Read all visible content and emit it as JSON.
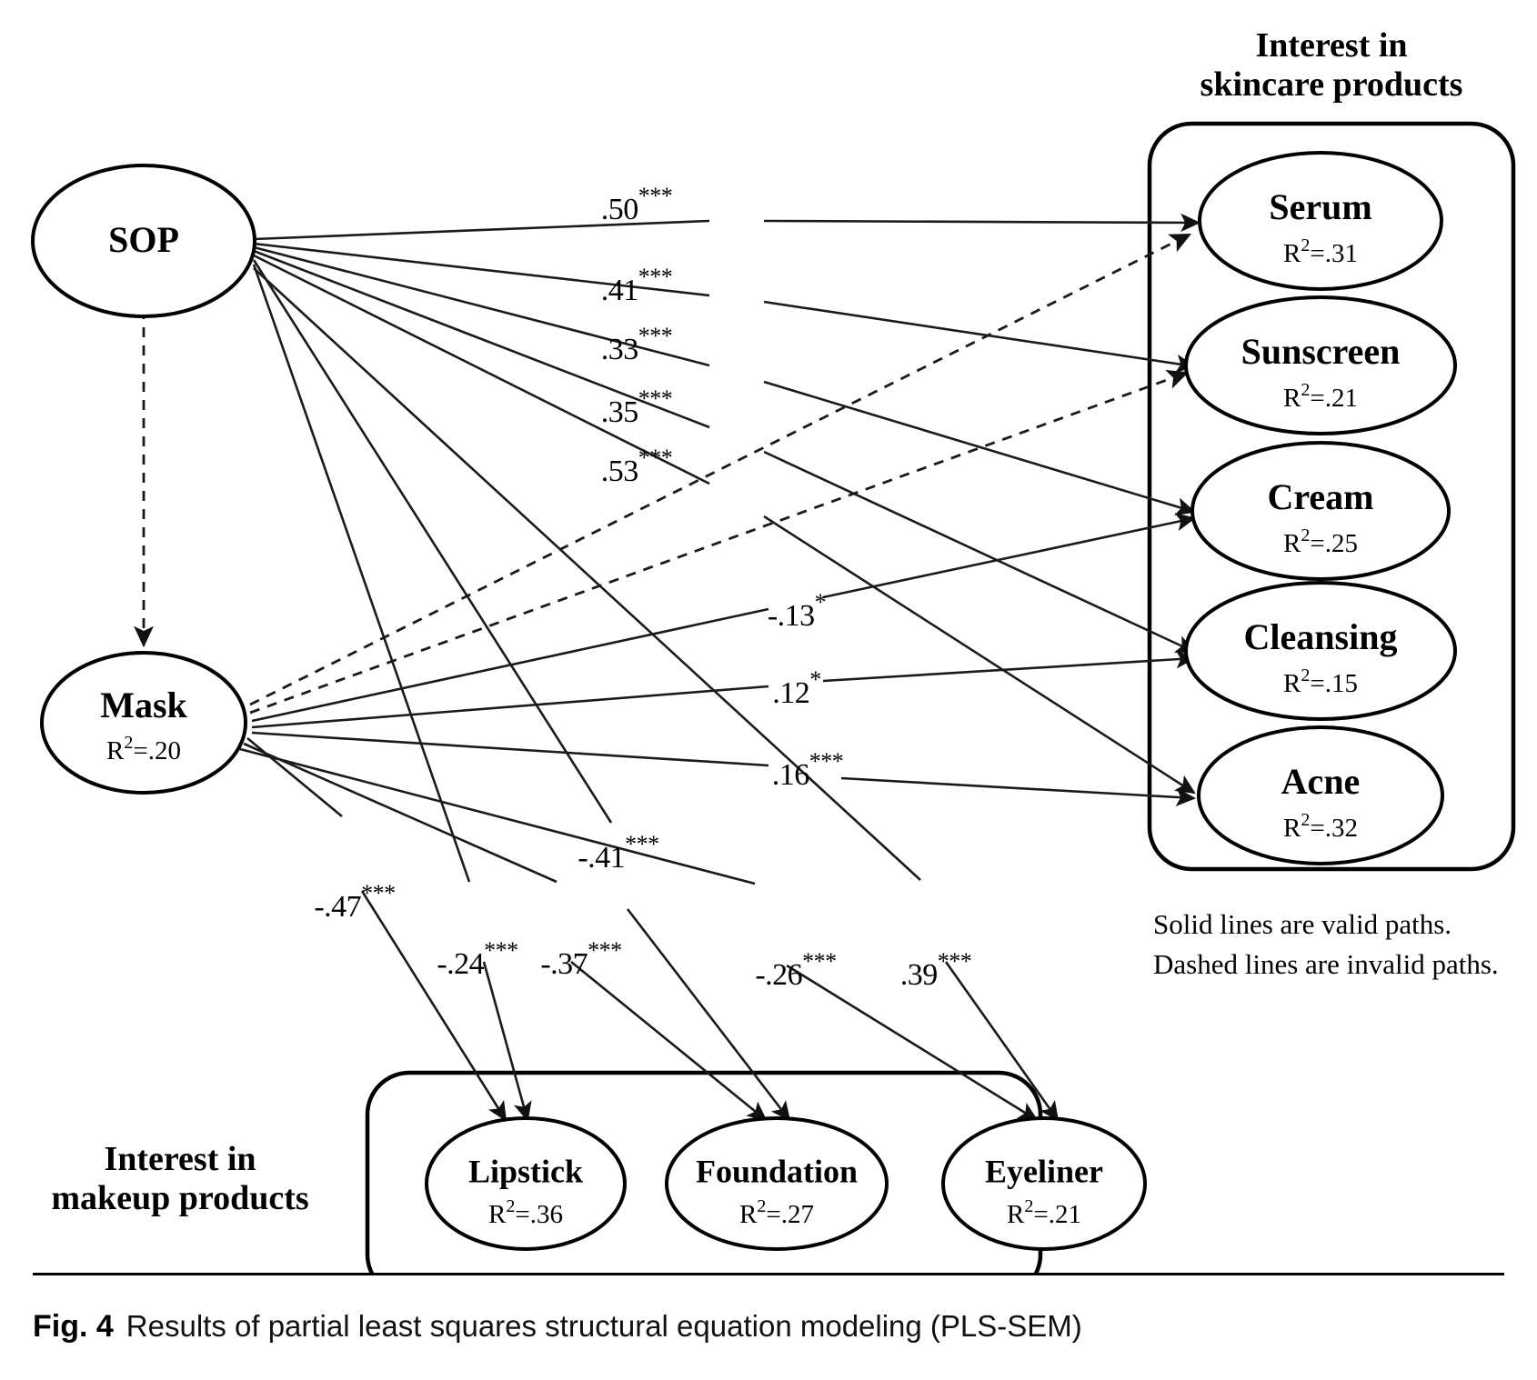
{
  "figure": {
    "number": "Fig. 4",
    "caption": "Results of partial least squares structural equation modeling (PLS-SEM)"
  },
  "legend": {
    "line1": "Solid lines are valid paths.",
    "line2": "Dashed lines are invalid paths."
  },
  "groups": {
    "skincare": {
      "title_line1": "Interest in",
      "title_line2": "skincare products"
    },
    "makeup": {
      "title_line1": "Interest in",
      "title_line2": "makeup products"
    }
  },
  "nodes": {
    "sop": {
      "label": "SOP",
      "r2": ""
    },
    "mask": {
      "label": "Mask",
      "r2_prefix": "R",
      "r2_sup": "2",
      "r2_value": "=.20"
    },
    "serum": {
      "label": "Serum",
      "r2_prefix": "R",
      "r2_sup": "2",
      "r2_value": "=.31"
    },
    "sunscreen": {
      "label": "Sunscreen",
      "r2_prefix": "R",
      "r2_sup": "2",
      "r2_value": "=.21"
    },
    "cream": {
      "label": "Cream",
      "r2_prefix": "R",
      "r2_sup": "2",
      "r2_value": "=.25"
    },
    "cleansing": {
      "label": "Cleansing",
      "r2_prefix": "R",
      "r2_sup": "2",
      "r2_value": "=.15"
    },
    "acne": {
      "label": "Acne",
      "r2_prefix": "R",
      "r2_sup": "2",
      "r2_value": "=.32"
    },
    "lipstick": {
      "label": "Lipstick",
      "r2_prefix": "R",
      "r2_sup": "2",
      "r2_value": "=.36"
    },
    "foundation": {
      "label": "Foundation",
      "r2_prefix": "R",
      "r2_sup": "2",
      "r2_value": "=.27"
    },
    "eyeliner": {
      "label": "Eyeliner",
      "r2_prefix": "R",
      "r2_sup": "2",
      "r2_value": "=.21"
    }
  },
  "coefficients": {
    "sop_serum": {
      "value": ".50",
      "stars": "***"
    },
    "sop_sunscreen": {
      "value": ".41",
      "stars": "***"
    },
    "sop_cream": {
      "value": ".33",
      "stars": "***"
    },
    "sop_cleansing": {
      "value": ".35",
      "stars": "***"
    },
    "sop_acne": {
      "value": ".53",
      "stars": "***"
    },
    "mask_cream": {
      "value": "-.13",
      "stars": "*"
    },
    "mask_cleansing": {
      "value": ".12",
      "stars": "*"
    },
    "mask_acne": {
      "value": ".16",
      "stars": "***"
    },
    "sop_foundation": {
      "value": "-.41",
      "stars": "***"
    },
    "mask_lipstick": {
      "value": "-.47",
      "stars": "***"
    },
    "sop_lipstick": {
      "value": "-.24",
      "stars": "***"
    },
    "mask_foundation": {
      "value": "-.37",
      "stars": "***"
    },
    "mask_eyeliner": {
      "value": "-.26",
      "stars": "***"
    },
    "sop_eyeliner": {
      "value": ".39",
      "stars": "***"
    }
  },
  "chart_data": {
    "type": "diagram",
    "title": "Results of partial least squares structural equation modeling (PLS-SEM)",
    "model": "PLS-SEM path model",
    "constructs": [
      {
        "name": "SOP",
        "role": "exogenous",
        "r2": null
      },
      {
        "name": "Mask",
        "role": "mediator",
        "r2": 0.2
      },
      {
        "name": "Serum",
        "role": "outcome",
        "group": "skincare",
        "r2": 0.31
      },
      {
        "name": "Sunscreen",
        "role": "outcome",
        "group": "skincare",
        "r2": 0.21
      },
      {
        "name": "Cream",
        "role": "outcome",
        "group": "skincare",
        "r2": 0.25
      },
      {
        "name": "Cleansing",
        "role": "outcome",
        "group": "skincare",
        "r2": 0.15
      },
      {
        "name": "Acne",
        "role": "outcome",
        "group": "skincare",
        "r2": 0.32
      },
      {
        "name": "Lipstick",
        "role": "outcome",
        "group": "makeup",
        "r2": 0.36
      },
      {
        "name": "Foundation",
        "role": "outcome",
        "group": "makeup",
        "r2": 0.27
      },
      {
        "name": "Eyeliner",
        "role": "outcome",
        "group": "makeup",
        "r2": 0.21
      }
    ],
    "paths": [
      {
        "from": "SOP",
        "to": "Mask",
        "coefficient": null,
        "style": "dashed",
        "valid": false
      },
      {
        "from": "SOP",
        "to": "Serum",
        "coefficient": 0.5,
        "significance": "***",
        "style": "solid",
        "valid": true
      },
      {
        "from": "SOP",
        "to": "Sunscreen",
        "coefficient": 0.41,
        "significance": "***",
        "style": "solid",
        "valid": true
      },
      {
        "from": "SOP",
        "to": "Cream",
        "coefficient": 0.33,
        "significance": "***",
        "style": "solid",
        "valid": true
      },
      {
        "from": "SOP",
        "to": "Cleansing",
        "coefficient": 0.35,
        "significance": "***",
        "style": "solid",
        "valid": true
      },
      {
        "from": "SOP",
        "to": "Acne",
        "coefficient": 0.53,
        "significance": "***",
        "style": "solid",
        "valid": true
      },
      {
        "from": "Mask",
        "to": "Serum",
        "coefficient": null,
        "style": "dashed",
        "valid": false
      },
      {
        "from": "Mask",
        "to": "Sunscreen",
        "coefficient": null,
        "style": "dashed",
        "valid": false
      },
      {
        "from": "Mask",
        "to": "Cream",
        "coefficient": -0.13,
        "significance": "*",
        "style": "solid",
        "valid": true
      },
      {
        "from": "Mask",
        "to": "Cleansing",
        "coefficient": 0.12,
        "significance": "*",
        "style": "solid",
        "valid": true
      },
      {
        "from": "Mask",
        "to": "Acne",
        "coefficient": 0.16,
        "significance": "***",
        "style": "solid",
        "valid": true
      },
      {
        "from": "SOP",
        "to": "Lipstick",
        "coefficient": -0.24,
        "significance": "***",
        "style": "solid",
        "valid": true
      },
      {
        "from": "SOP",
        "to": "Foundation",
        "coefficient": -0.41,
        "significance": "***",
        "style": "solid",
        "valid": true
      },
      {
        "from": "SOP",
        "to": "Eyeliner",
        "coefficient": 0.39,
        "significance": "***",
        "style": "solid",
        "valid": true
      },
      {
        "from": "Mask",
        "to": "Lipstick",
        "coefficient": -0.47,
        "significance": "***",
        "style": "solid",
        "valid": true
      },
      {
        "from": "Mask",
        "to": "Foundation",
        "coefficient": -0.37,
        "significance": "***",
        "style": "solid",
        "valid": true
      },
      {
        "from": "Mask",
        "to": "Eyeliner",
        "coefficient": -0.26,
        "significance": "***",
        "style": "solid",
        "valid": true
      }
    ],
    "legend": [
      "Solid lines are valid paths.",
      "Dashed lines are invalid paths."
    ]
  }
}
